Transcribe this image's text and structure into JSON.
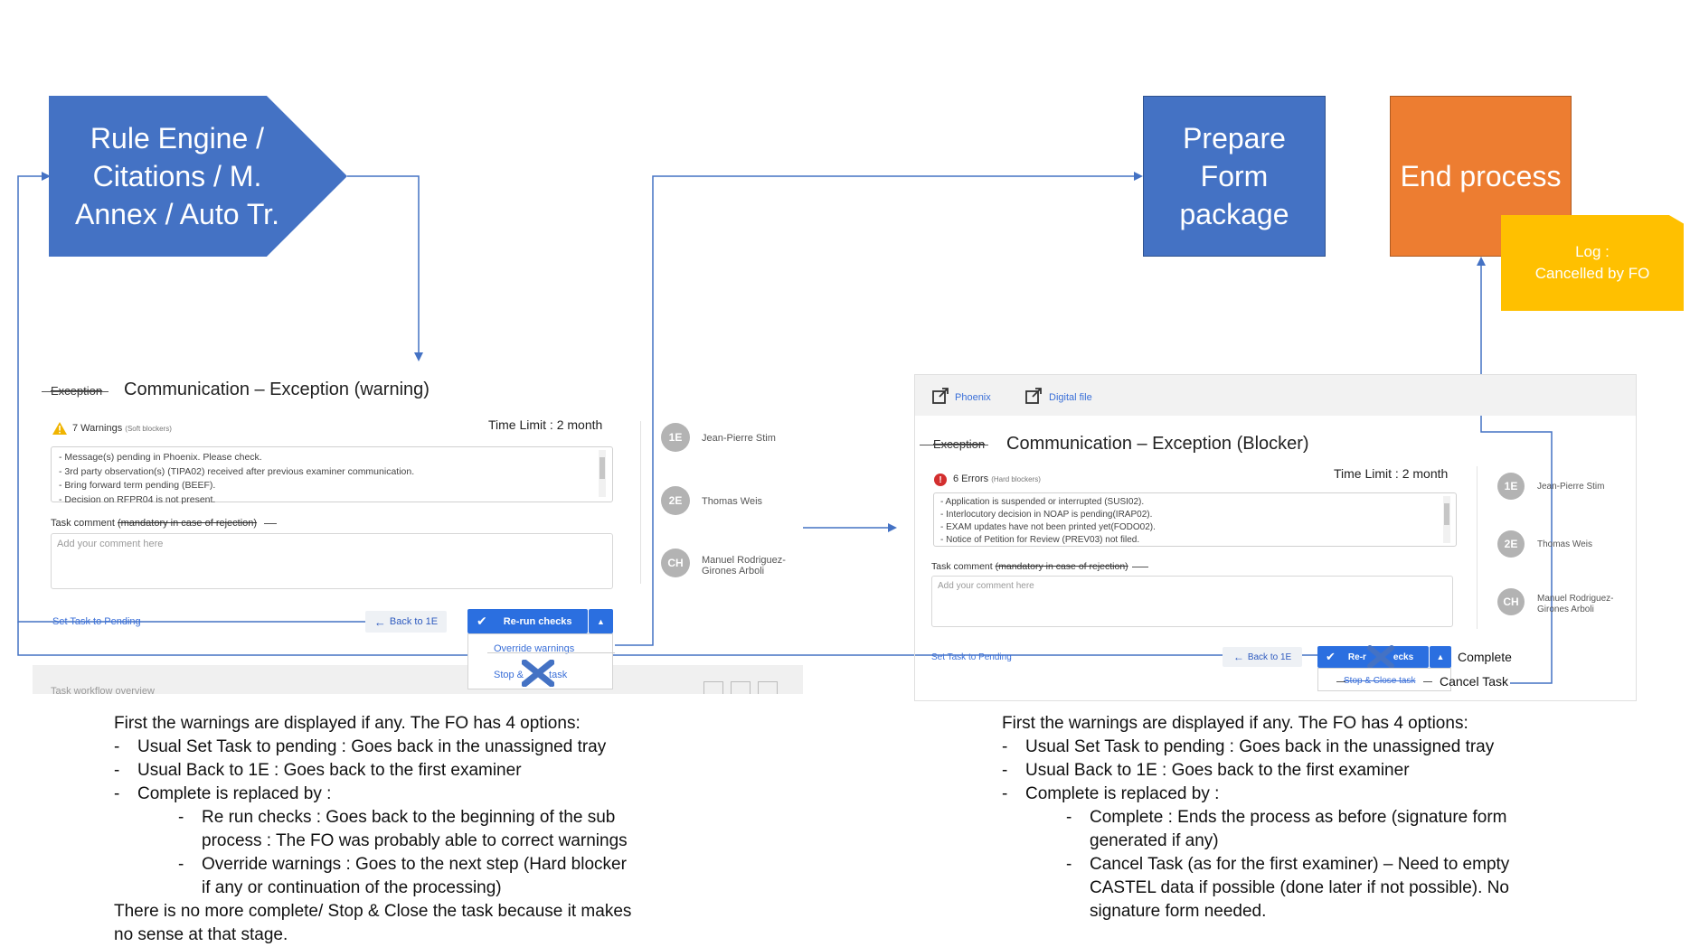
{
  "shapes": {
    "rule_engine": "Rule Engine /\nCitations / M.\nAnnex / Auto Tr.",
    "prepare_form": "Prepare\nForm\npackage",
    "end_process": "End process",
    "log_note": "Log :\nCancelled by FO"
  },
  "colors": {
    "blue": "#4472c4",
    "orange": "#ed7d31",
    "yellow": "#ffc000",
    "button": "#2b6fe0"
  },
  "left_panel": {
    "exception_label": "Exception",
    "title": "Communication – Exception (warning)",
    "status": "7 Warnings",
    "status_note": "(Soft blockers)",
    "status_icon": "warning-icon",
    "time_limit": "Time Limit : 2 month",
    "messages": [
      "- Message(s) pending in Phoenix. Please check.",
      "- 3rd party observation(s) (TIPA02) received after previous examiner communication.",
      "- Bring forward term pending (BEEF).",
      "- Decision on RFPR04 is not present."
    ],
    "task_comment_label": "Task comment",
    "task_comment_note": "(mandatory in case of rejection)",
    "comment_placeholder": "Add your comment here",
    "set_pending": "Set Task to Pending",
    "back": "Back to 1E",
    "primary": "Re-run checks",
    "menu_1": "Override warnings",
    "menu_2a": "Stop &",
    "menu_2b": "task",
    "overview_label": "Task workflow overview"
  },
  "left_people": [
    {
      "initials": "1E",
      "name": "Jean-Pierre Stim"
    },
    {
      "initials": "2E",
      "name": "Thomas Weis"
    },
    {
      "initials": "CH",
      "name": "Manuel Rodriguez-\nGirones Arboli"
    }
  ],
  "right_panel": {
    "toolbar_1": "Phoenix",
    "toolbar_2": "Digital file",
    "exception_label": "Exception",
    "title": "Communication – Exception (Blocker)",
    "status": "6 Errors",
    "status_note": "(Hard blockers)",
    "status_icon": "error-icon",
    "time_limit": "Time Limit : 2 month",
    "messages": [
      "- Application is suspended or interrupted (SUSI02).",
      "- Interlocutory decision in NOAP is pending(IRAP02).",
      "- EXAM updates have not been printed yet(FODO02).",
      "- Notice of Petition for Review (PREV03) not filed."
    ],
    "task_comment_label": "Task comment",
    "task_comment_note": "(mandatory in case of rejection)",
    "comment_placeholder": "Add your comment here",
    "set_pending": "Set Task to Pending",
    "back": "Back to 1E",
    "primary_a": "Re-r",
    "primary_b": "ecks",
    "menu_struck": "Stop & Close task",
    "label_complete": "Complete",
    "label_cancel": "Cancel Task"
  },
  "right_people": [
    {
      "initials": "1E",
      "name": "Jean-Pierre Stim"
    },
    {
      "initials": "2E",
      "name": "Thomas Weis"
    },
    {
      "initials": "CH",
      "name": "Manuel Rodriguez-\nGirones Arboli"
    }
  ],
  "left_description": {
    "intro": "First the warnings are displayed if any. The FO has 4 options:",
    "b1": "Usual Set Task to pending : Goes back in the unassigned tray",
    "b2": "Usual Back to 1E : Goes back to the first examiner",
    "b3": "Complete is replaced by :",
    "s1a": "Re run checks : Goes back to the beginning of the sub",
    "s1b": "process : The FO was probably able to correct warnings",
    "s2a": "Override warnings : Goes to the next step (Hard blocker",
    "s2b": "if any or continuation of the processing)",
    "outro_a": "There is no more complete/ Stop & Close the task because it makes",
    "outro_b": "no sense at that stage."
  },
  "right_description": {
    "intro": "First the warnings are displayed if any. The FO has 4 options:",
    "b1": "Usual Set Task to pending : Goes back in the unassigned tray",
    "b2": "Usual Back to 1E : Goes back to the first examiner",
    "b3": "Complete is replaced by :",
    "s1a": "Complete : Ends the process as before (signature form",
    "s1b": "generated if any)",
    "s2a": "Cancel Task (as for the first examiner) – Need to empty",
    "s2b": "CASTEL data if possible (done later if not possible). No",
    "s2c": "signature form needed."
  }
}
